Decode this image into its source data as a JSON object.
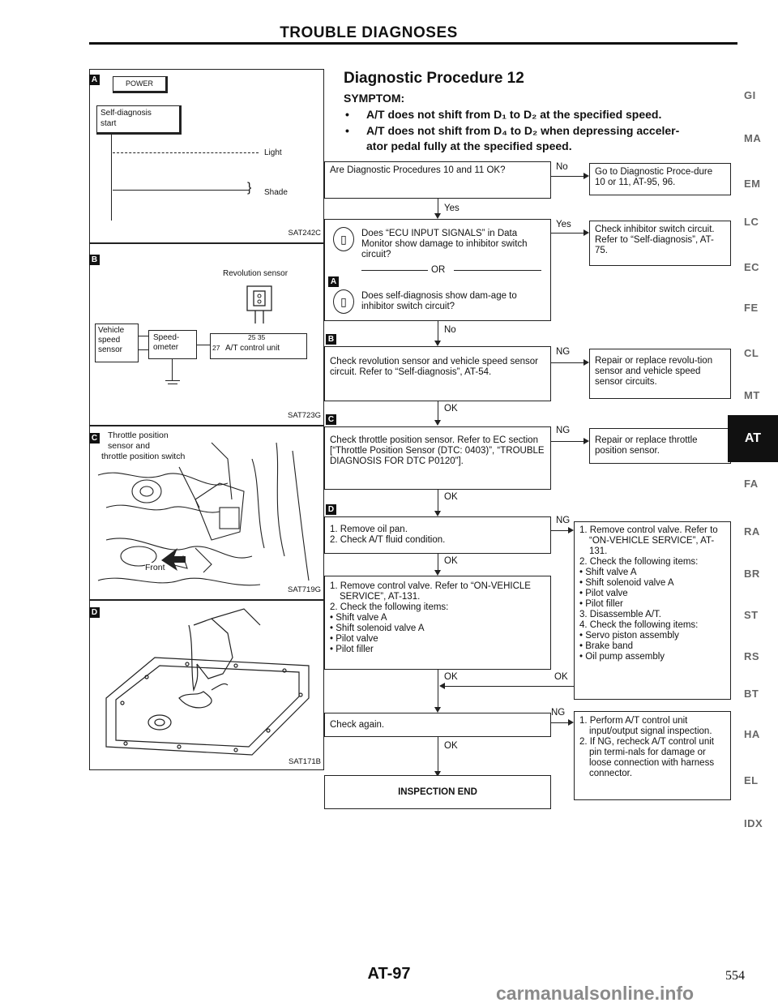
{
  "header": {
    "title": "TROUBLE DIAGNOSES"
  },
  "procedure": {
    "title": "Diagnostic Procedure 12",
    "symptom_label": "SYMPTOM:",
    "symptom_1": "A/T does not shift from D₁ to D₂ at the specified speed.",
    "symptom_2": "A/T does not shift from D₄ to D₂ when depressing acceler-",
    "symptom_2b": "ator pedal fully at the specified speed."
  },
  "fig_a": {
    "tag": "A",
    "power": "POWER",
    "self_diag_1": "Self-diagnosis",
    "self_diag_2": "start",
    "light": "Light",
    "shade": "Shade",
    "code": "SAT242C"
  },
  "fig_b": {
    "tag": "B",
    "rev_sensor": "Revolution sensor",
    "vehicle_1": "Vehicle",
    "vehicle_2": "speed",
    "vehicle_3": "sensor",
    "speedo_1": "Speed-",
    "speedo_2": "ometer",
    "pins": "25  35",
    "pin27": "27",
    "control_unit": "A/T control unit",
    "code": "SAT723G"
  },
  "fig_c": {
    "tag": "C",
    "label_1": "Throttle position",
    "label_2": "sensor and",
    "label_3": "throttle position switch",
    "front": "Front",
    "code": "SAT719G"
  },
  "fig_d": {
    "tag": "D",
    "code": "SAT171B"
  },
  "flow": {
    "q1": "Are Diagnostic Procedures 10 and 11 OK?",
    "q1_no": "No",
    "q1_no_box": "Go to Diagnostic Proce-dure 10 or 11, AT-95, 96.",
    "yes1": "Yes",
    "q2a": "Does “ECU INPUT SIGNALS” in Data Monitor show damage to inhibitor switch circuit?",
    "q2_or": "OR",
    "q2_tag": "A",
    "q2b": "Does self-diagnosis show dam-age to inhibitor switch circuit?",
    "q2_yes": "Yes",
    "q2_yes_box": "Check inhibitor switch circuit. Refer to “Self-diagnosis”, AT-75.",
    "no2": "No",
    "q3_tag": "B",
    "q3": "Check revolution sensor and vehicle speed sensor circuit. Refer to “Self-diagnosis”, AT-54.",
    "q3_ng": "NG",
    "q3_ng_box": "Repair or replace revolu-tion sensor and vehicle speed sensor circuits.",
    "ok3": "OK",
    "q4_tag": "C",
    "q4": "Check throttle position sensor. Refer to EC section [“Throttle Position Sensor (DTC: 0403)”, “TROUBLE DIAGNOSIS FOR DTC P0120”].",
    "q4_ng": "NG",
    "q4_ng_box": "Repair or replace throttle position sensor.",
    "ok4": "OK",
    "q5_tag": "D",
    "q5_1": "1. Remove oil pan.",
    "q5_2": "2. Check A/T fluid condition.",
    "q5_ng": "NG",
    "ok5": "OK",
    "q6_1": "1. Remove control valve. Refer to “ON-VEHICLE SERVICE”, AT-131.",
    "q6_2": "2. Check the following items:",
    "q6_items": [
      "Shift valve A",
      "Shift solenoid valve A",
      "Pilot valve",
      "Pilot filler"
    ],
    "ok6": "OK",
    "right_1": "1. Remove control valve. Refer to “ON-VEHICLE SERVICE”, AT-131.",
    "right_2": "2. Check the following items:",
    "right_items": [
      "Shift valve A",
      "Shift solenoid valve A",
      "Pilot valve",
      "Pilot filler"
    ],
    "right_3": "3. Disassemble A/T.",
    "right_4": "4. Check the following items:",
    "right_items2": [
      "Servo piston assembly",
      "Brake band",
      "Oil pump assembly"
    ],
    "right_ok": "OK",
    "q7": "Check again.",
    "q7_ng": "NG",
    "ok7": "OK",
    "q7_ng_1": "1. Perform A/T control unit input/output signal inspection.",
    "q7_ng_2": "2. If NG, recheck A/T control unit pin termi-nals for damage or loose connection with harness connector.",
    "end": "INSPECTION END"
  },
  "sidebar": [
    "GI",
    "MA",
    "EM",
    "LC",
    "EC",
    "FE",
    "CL",
    "MT",
    "AT",
    "FA",
    "RA",
    "BR",
    "ST",
    "RS",
    "BT",
    "HA",
    "EL",
    "IDX"
  ],
  "footer": {
    "page": "AT-97",
    "number": "554",
    "watermark": "carmanualsonline.info"
  }
}
